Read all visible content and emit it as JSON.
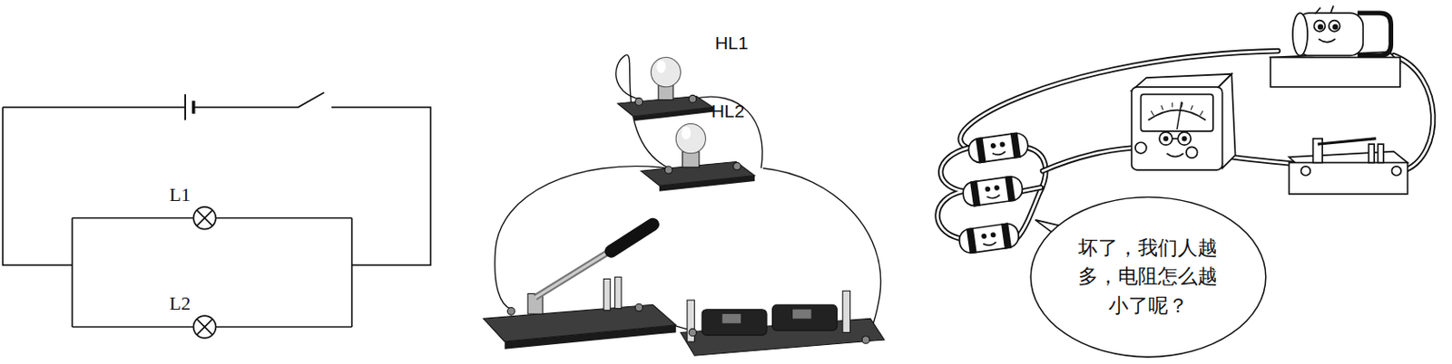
{
  "diagram": {
    "nodes": [
      {
        "text": [
          "坏了，我们人越多，电阻怎么越小了呢？"
        ]
      }
    ],
    "labels": [
      "L1",
      "L2",
      "HL1",
      "HL2"
    ]
  }
}
